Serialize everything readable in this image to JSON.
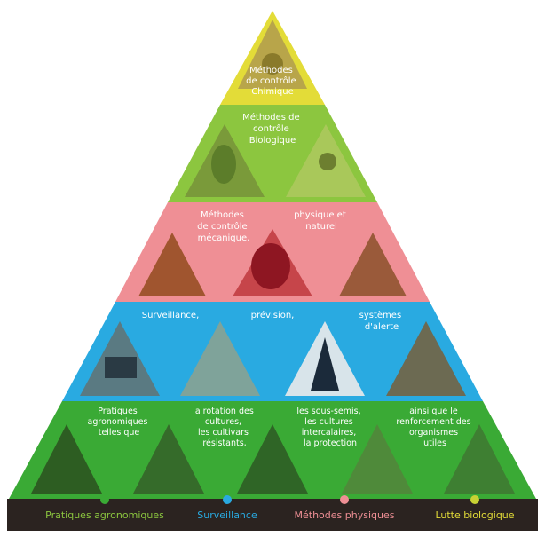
{
  "tiers": [
    {
      "id": "chemical",
      "color": "#e3dc38",
      "labels": [
        "Méthodes de contrôle Chimique"
      ]
    },
    {
      "id": "biological",
      "color": "#8cc63f",
      "labels": [
        "Méthodes de contrôle Biologique"
      ]
    },
    {
      "id": "physical",
      "color": "#ef8f95",
      "labels": [
        "Méthodes de contrôle mécanique,",
        "physique et naturel"
      ]
    },
    {
      "id": "surveillance",
      "color": "#29aae1",
      "labels": [
        "Surveillance,",
        "prévision,",
        "systèmes d'alerte"
      ]
    },
    {
      "id": "agronomic",
      "color": "#3aaa35",
      "labels": [
        "Pratiques agronomiques telles que",
        "la rotation des cultures, les cultivars résistants,",
        "les sous-semis, les cultures intercalaires, la protection",
        "ainsi que le renforcement des organismes utiles"
      ]
    }
  ],
  "legend": {
    "items": [
      {
        "label": "Pratiques agronomiques",
        "dot_color": "#3aaa35",
        "text_color": "#8cc63f"
      },
      {
        "label": "Surveillance",
        "dot_color": "#29aae1",
        "text_color": "#29aae1"
      },
      {
        "label": "Méthodes physiques",
        "dot_color": "#ef8f95",
        "text_color": "#ef8f95"
      },
      {
        "label": "Lutte biologique",
        "dot_color": "#c9d234",
        "text_color": "#e3dc38"
      }
    ],
    "bar_color": "#2b2320"
  }
}
